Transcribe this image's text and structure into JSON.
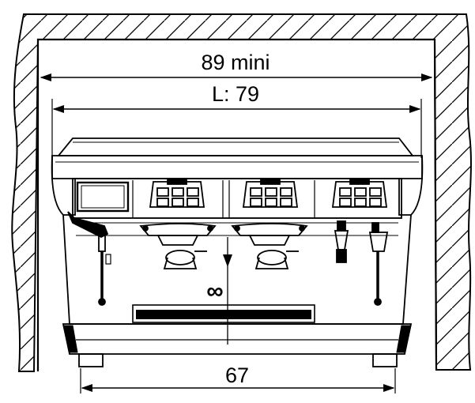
{
  "diagram": {
    "dimensions": {
      "outer_width": "89 mini",
      "machine_length": "L: 79",
      "base_width": "67",
      "height_clearance": "∞"
    },
    "colors": {
      "line": "#000000",
      "background": "#ffffff"
    }
  }
}
